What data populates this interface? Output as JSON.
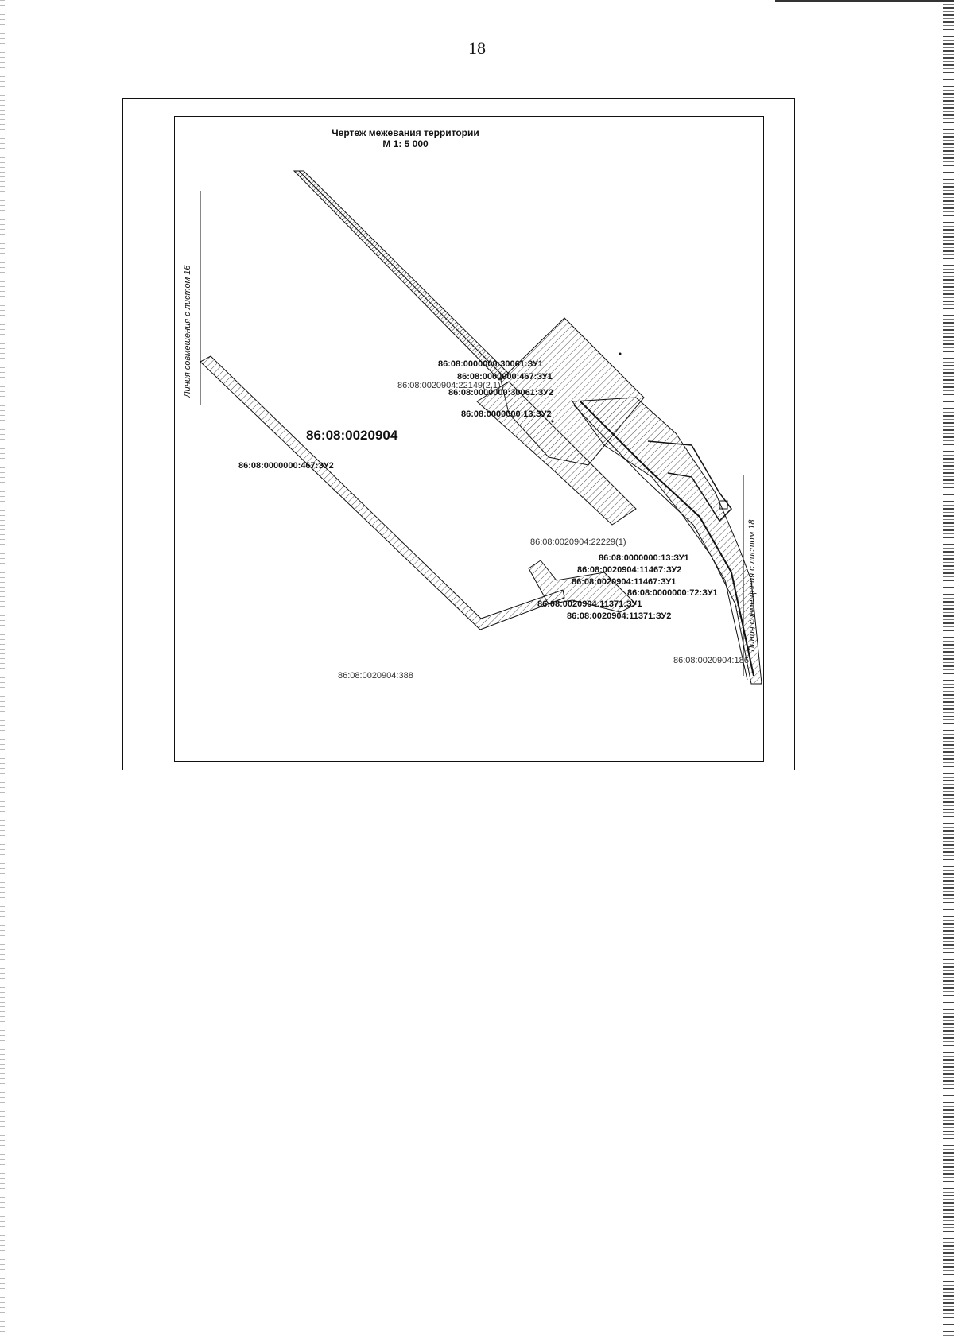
{
  "page_number": "18",
  "title": "Чертеж межевания территории",
  "scale": "М 1: 5 000",
  "side_labels": {
    "left": "Линия совмещения с листом 16",
    "right": "Линия совмещения с листом 18"
  },
  "block_label": "86:08:0020904",
  "parcels": [
    "86:08:0000000:30061:ЗУ1",
    "86:08:0000000:467:ЗУ1",
    "86:08:0020904:22149(2,1)",
    "86:08:0000000:30061:ЗУ2",
    "86:08:0000000:13:ЗУ2",
    "86:08:0000000:467:ЗУ2",
    "86:08:0020904:22229(1)",
    "86:08:0000000:13:ЗУ1",
    "86:08:0020904:11467:ЗУ2",
    "86:08:0020904:11467:ЗУ1",
    "86:08:0000000:72:ЗУ1",
    "86:08:0020904:11371:ЗУ1",
    "86:08:0020904:11371:ЗУ2",
    "86:08:0020904:186",
    "86:08:0020904:388"
  ],
  "colors": {
    "line": "#111111",
    "hatch": "#444444",
    "paper": "#ffffff"
  }
}
